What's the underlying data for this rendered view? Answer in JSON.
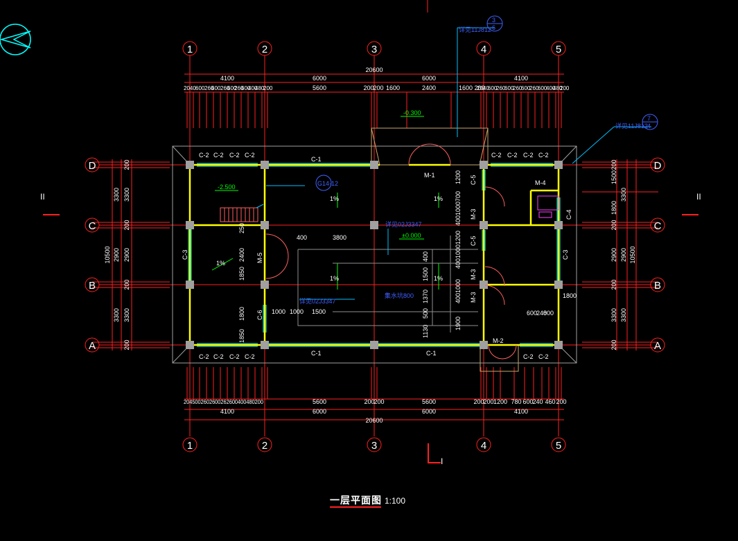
{
  "drawing": {
    "title": "一层平面图",
    "scale": "1:100",
    "section_mark": "I",
    "section_mark_2": "II"
  },
  "axes": {
    "cols": [
      "1",
      "2",
      "3",
      "4",
      "5"
    ],
    "rows": [
      "D",
      "C",
      "B",
      "A"
    ]
  },
  "top_dims": {
    "total": "20600",
    "bays": [
      "4100",
      "6000",
      "6000",
      "4100"
    ],
    "sub": [
      "5600",
      "200",
      "200",
      "1600",
      "2400",
      "1600",
      "200"
    ],
    "tick_small": [
      "2040",
      "600",
      "260",
      "600",
      "260",
      "600",
      "260",
      "600",
      "400",
      "480",
      "200"
    ]
  },
  "bottom_dims": {
    "total": "20600",
    "bays": [
      "4100",
      "6000",
      "6000",
      "4100"
    ],
    "sub": [
      "5600",
      "200",
      "200",
      "5600",
      "200",
      "200",
      "1200",
      "780",
      "600",
      "240",
      "460",
      "200"
    ],
    "tick_small": "2045002602600262600400480200"
  },
  "left_dims": {
    "total": "10500",
    "bays": [
      "3300",
      "3300",
      "2900",
      "3300"
    ],
    "small": [
      "200",
      "200",
      "200",
      "200",
      "200"
    ]
  },
  "right_dims": {
    "total": "10500",
    "bays": [
      "1500",
      "1800",
      "3300",
      "2900",
      "3300"
    ],
    "small": [
      "200",
      "200",
      "200",
      "200",
      "200"
    ]
  },
  "windows": {
    "c1": "C-1",
    "c2": "C-2",
    "c3": "C-3",
    "c4": "C-4",
    "c5": "C-5",
    "c6": "C-6"
  },
  "doors": {
    "m1": "M-1",
    "m2": "M-2",
    "m3": "M-3",
    "m4": "M-4",
    "m5": "M-5"
  },
  "levels": {
    "outside": "-0.300",
    "basement": "-2.500",
    "floor": "±0.000"
  },
  "slopes": {
    "s1": "1%"
  },
  "notes": {
    "n1": "详见11J812",
    "n2": "G14-12",
    "n3": "详见02J3347",
    "n4": "集水坑800",
    "n5": "详见11J812",
    "ref_top": "3",
    "ref_top_b": "6",
    "ref_right": "7",
    "ref_right_b": "4"
  },
  "inner_dims": {
    "d400": "400",
    "d3800": "3800",
    "d1000a": "1000",
    "d1000b": "1000",
    "d1500": "1500",
    "d250": "250",
    "d2400": "2400",
    "d1800": "1800",
    "d1850": "1850",
    "d1200": "1200",
    "d700": "700",
    "d4001000": "4001000",
    "d1370": "1370",
    "d500": "500",
    "d1900": "1900",
    "d1130": "1130",
    "d1800r": "1800",
    "d600": "600",
    "d240": "240",
    "d800": "800"
  }
}
